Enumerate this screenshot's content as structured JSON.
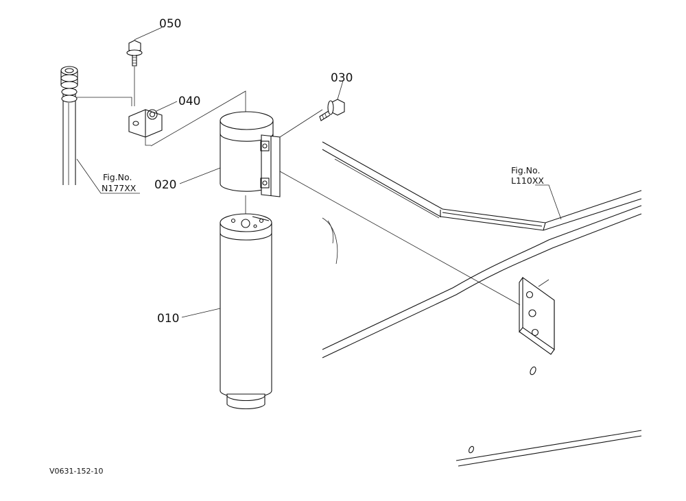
{
  "callouts": {
    "p010": "010",
    "p020": "020",
    "p030": "030",
    "p040": "040",
    "p050": "050"
  },
  "fig_refs": {
    "left": {
      "label": "Fig.No.",
      "code": "N177XX"
    },
    "right": {
      "label": "Fig.No.",
      "code": "L110XX"
    }
  },
  "drawing_id": "V0631-152-10",
  "colors": {
    "line": "#111111",
    "background": "#ffffff"
  }
}
